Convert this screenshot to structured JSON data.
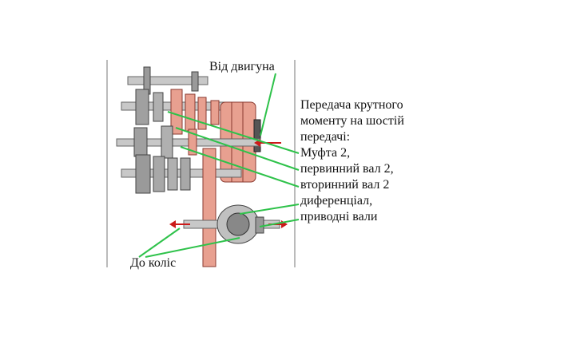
{
  "labels": {
    "from_engine": "Від двигуна",
    "to_wheels": "До коліс",
    "caption_lines": [
      "Передача крутного",
      "моменту на шостій",
      "передачі:",
      "Муфта 2,",
      "первинний вал 2,",
      "вторинний вал 2",
      "диференціал,",
      "приводні вали"
    ]
  },
  "colors": {
    "highlight": "#e8a090",
    "leader": "#2ec24a",
    "arrow": "#cc1a1a",
    "metal": "#b8b8b8",
    "dark_metal": "#555555"
  }
}
